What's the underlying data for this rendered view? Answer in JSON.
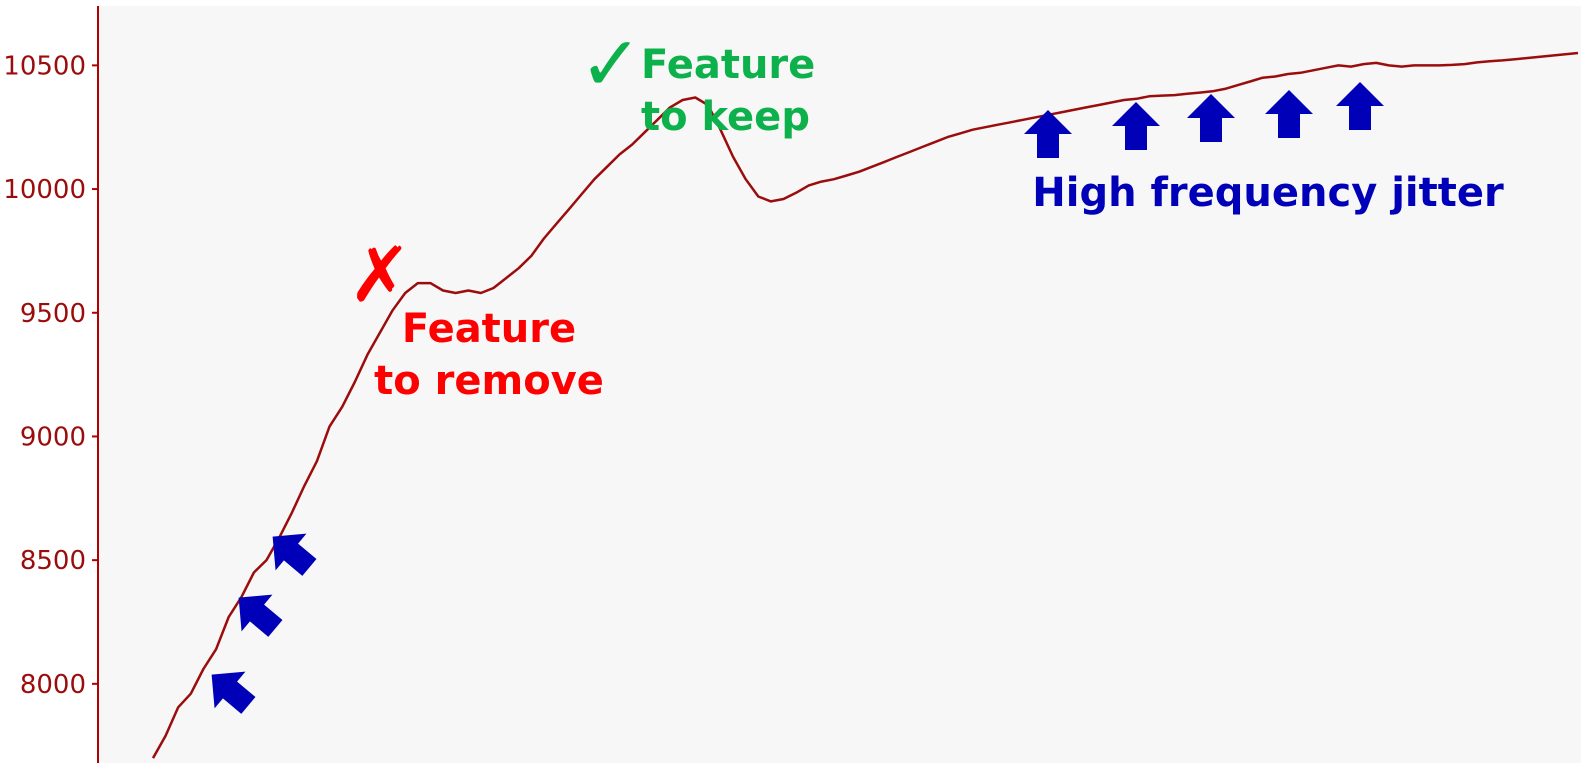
{
  "chart_data": {
    "type": "line",
    "title": "",
    "xlabel": "",
    "ylabel": "",
    "ylim": [
      7680,
      10740
    ],
    "y_ticks": [
      8000,
      8500,
      9000,
      9500,
      10000,
      10500
    ],
    "y_tick_labels": [
      "8000",
      "8500",
      "9000",
      "9500",
      "10000",
      "10500"
    ],
    "x_axis_visible": false,
    "grid": false,
    "series": [
      {
        "values": [
          7700,
          7790,
          7905,
          7960,
          8060,
          8140,
          8270,
          8350,
          8450,
          8500,
          8590,
          8690,
          8800,
          8900,
          9040,
          9120,
          9220,
          9330,
          9420,
          9510,
          9580,
          9620,
          9620,
          9590,
          9580,
          9590,
          9580,
          9600,
          9640,
          9680,
          9730,
          9800,
          9860,
          9920,
          9980,
          10040,
          10090,
          10140,
          10180,
          10230,
          10280,
          10330,
          10360,
          10370,
          10340,
          10240,
          10130,
          10040,
          9970,
          9950,
          9960,
          9985,
          10015,
          10030,
          10040,
          10055,
          10070,
          10090,
          10110,
          10130,
          10150,
          10170,
          10190,
          10210,
          10225,
          10240,
          10250,
          10260,
          10270,
          10280,
          10290,
          10300,
          10310,
          10320,
          10330,
          10340,
          10350,
          10360,
          10365,
          10375,
          10378,
          10380,
          10385,
          10390,
          10395,
          10405,
          10420,
          10435,
          10450,
          10455,
          10465,
          10470,
          10480,
          10490,
          10500,
          10495,
          10505,
          10510,
          10500,
          10495,
          10500,
          10500,
          10500,
          10502,
          10505,
          10512,
          10517,
          10520,
          10525,
          10530,
          10535,
          10540,
          10545,
          10550
        ]
      }
    ],
    "annotations": [
      {
        "kind": "cross",
        "symbol": "✗",
        "text_lines": [
          "Feature",
          "to remove"
        ],
        "color": "#ff0000",
        "x_index": 22,
        "y": 9620
      },
      {
        "kind": "check",
        "symbol": "✓",
        "text_lines": [
          "Feature",
          "to keep"
        ],
        "color": "#0db14b",
        "x_index": 43,
        "y": 10370
      },
      {
        "kind": "jitter",
        "text_lines": [
          "High frequency jitter"
        ],
        "color": "#0000b8",
        "arrow_count": 8
      }
    ],
    "colors": {
      "series": "#9b0d0d",
      "axis": "#b00000",
      "tick_label": "#9b0d0d",
      "plot_background": "#f7f7f7"
    }
  }
}
